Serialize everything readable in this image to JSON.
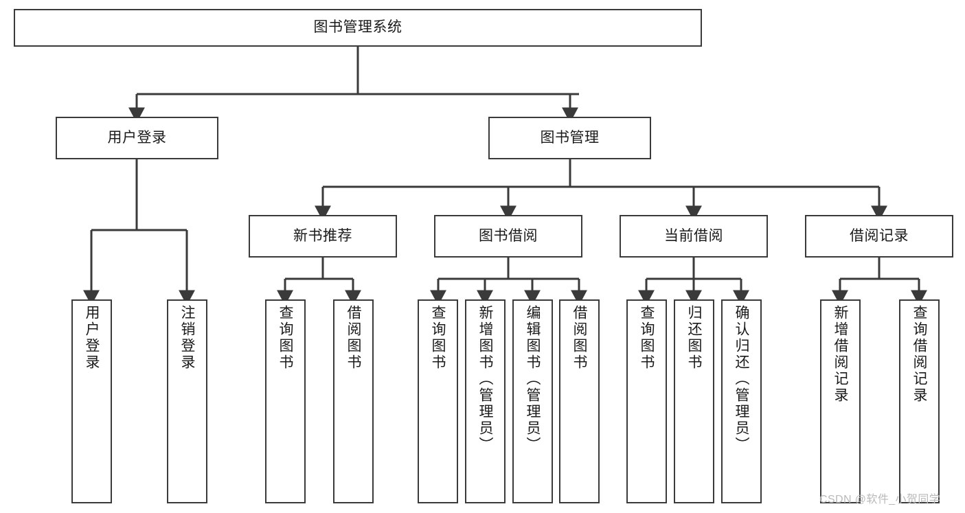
{
  "diagram": {
    "type": "tree-hierarchy",
    "title": "图书管理系统",
    "root": {
      "label": "图书管理系统"
    },
    "level2": [
      {
        "label": "用户登录"
      },
      {
        "label": "图书管理"
      }
    ],
    "level3": [
      {
        "label": "新书推荐"
      },
      {
        "label": "图书借阅"
      },
      {
        "label": "当前借阅"
      },
      {
        "label": "借阅记录"
      }
    ],
    "leaves": {
      "user_login": [
        {
          "label": "用户登录"
        },
        {
          "label": "注销登录"
        }
      ],
      "new_book_recommend": [
        {
          "label": "查询图书"
        },
        {
          "label": "借阅图书"
        }
      ],
      "book_borrow": [
        {
          "label": "查询图书"
        },
        {
          "label": "新增图书（管理员）"
        },
        {
          "label": "编辑图书（管理员）"
        },
        {
          "label": "借阅图书"
        }
      ],
      "current_borrow": [
        {
          "label": "查询图书"
        },
        {
          "label": "归还图书"
        },
        {
          "label": "确认归还（管理员）"
        }
      ],
      "borrow_record": [
        {
          "label": "新增借阅记录"
        },
        {
          "label": "查询借阅记录"
        }
      ]
    }
  },
  "watermark": {
    "text": "CSDN @软件_小贺同学"
  },
  "colors": {
    "stroke": "#3a3a3a",
    "background": "#ffffff",
    "text": "#1a1a1a",
    "watermark": "#b9b9b9"
  }
}
